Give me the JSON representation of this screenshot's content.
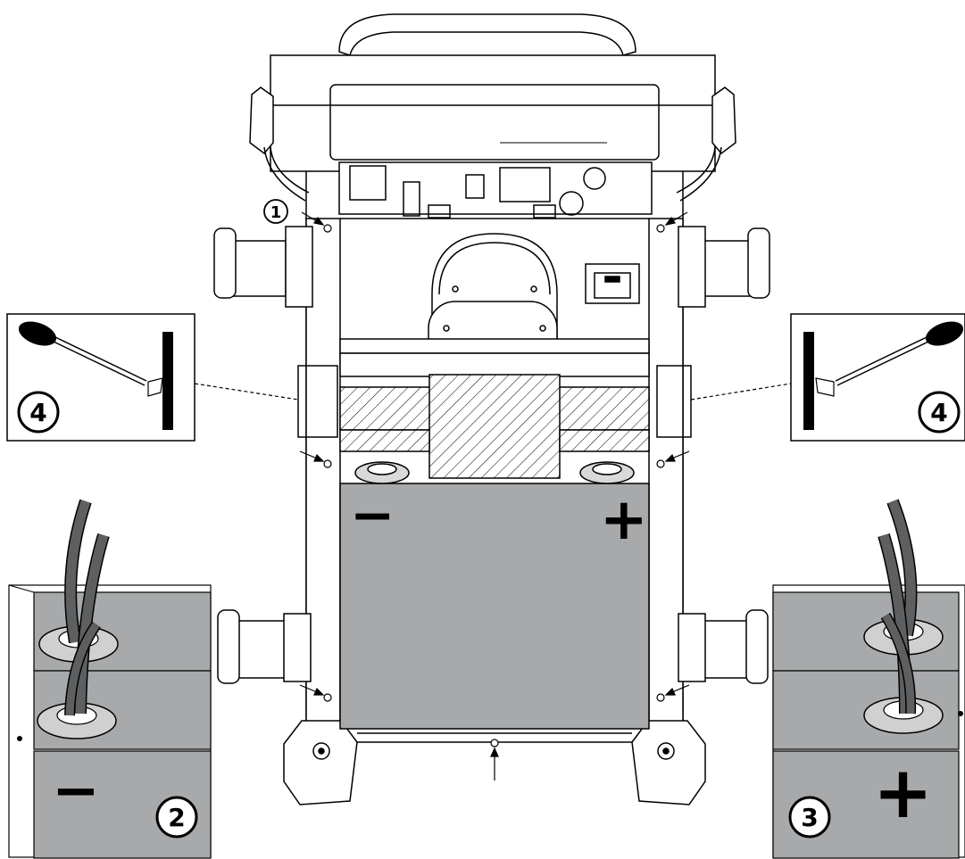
{
  "header": {
    "title": ""
  },
  "callouts": {
    "c1": "1",
    "c2": "2",
    "c3": "3",
    "c4_left": "4",
    "c4_right": "4"
  },
  "polarity": {
    "main_negative": "−",
    "main_positive": "+",
    "detail_negative": "−",
    "detail_positive": "+"
  },
  "colors": {
    "battery_gray": "#a7a9ab",
    "cable_gray": "#5d5f61",
    "line": "#000000",
    "background": "#ffffff"
  }
}
